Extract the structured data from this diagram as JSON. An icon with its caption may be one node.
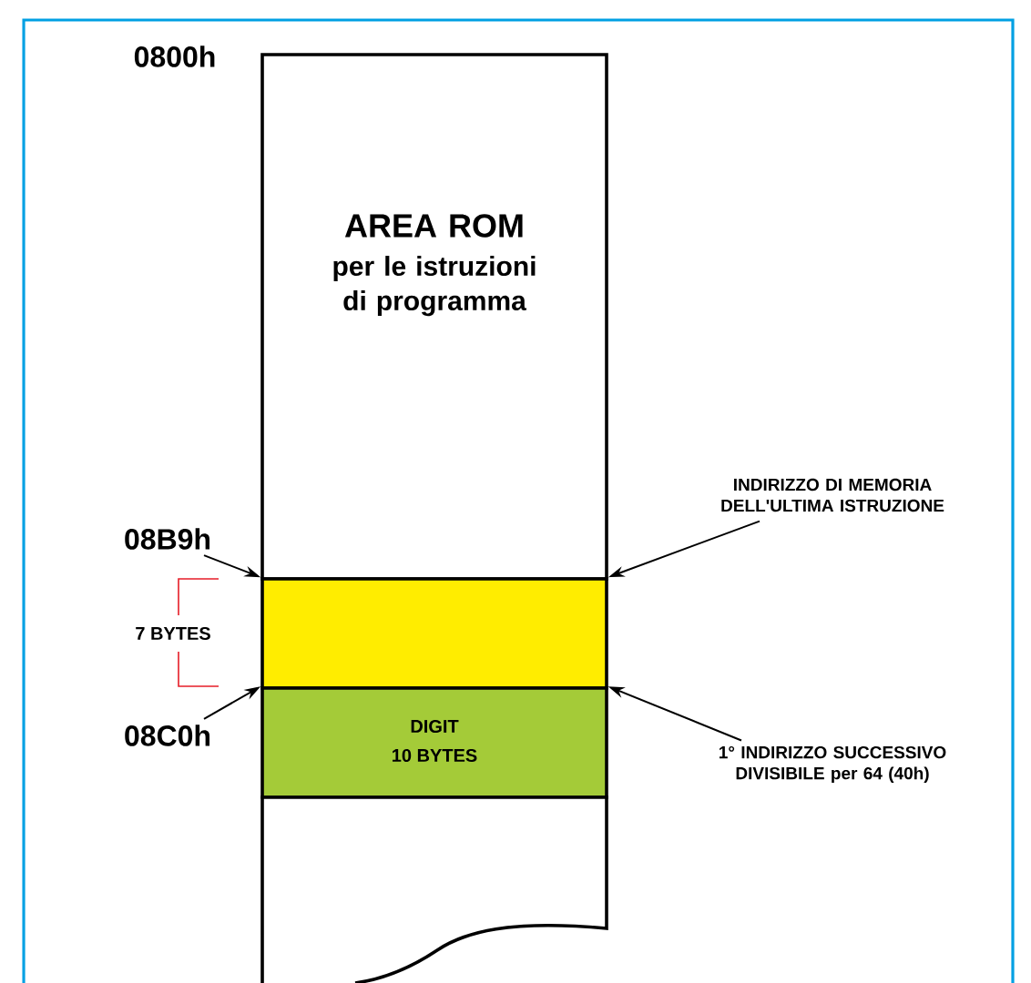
{
  "diagram": {
    "nodes": [
      {
        "text": [
          "AREA ROM",
          "per le istruzioni di programma"
        ]
      },
      {
        "text": [],
        "shape": "box"
      },
      {
        "text": [
          "DIGIT",
          "10 BYTES"
        ]
      },
      {
        "text": [],
        "shape": "box"
      },
      {
        "text": [
          "INDIRIZZO DI MEMORIA DELL'ULTIMA ISTRUZIONE"
        ]
      },
      {
        "text": [
          "1° INDIRIZZO SUCCESSIVO DIVISIBILE per 64 (40h)"
        ]
      },
      {
        "text": [
          "08B9h"
        ]
      },
      {
        "text": [
          "08C0h"
        ]
      }
    ],
    "edges": [
      {
        "from": 4,
        "to": 1,
        "arrow": "to"
      },
      {
        "from": 5,
        "to": 2,
        "arrow": "to"
      },
      {
        "from": 6,
        "to": 1,
        "arrow": "to"
      },
      {
        "from": 7,
        "to": 2,
        "arrow": "to"
      }
    ],
    "labels": [
      "0800h",
      "7 BYTES"
    ]
  }
}
